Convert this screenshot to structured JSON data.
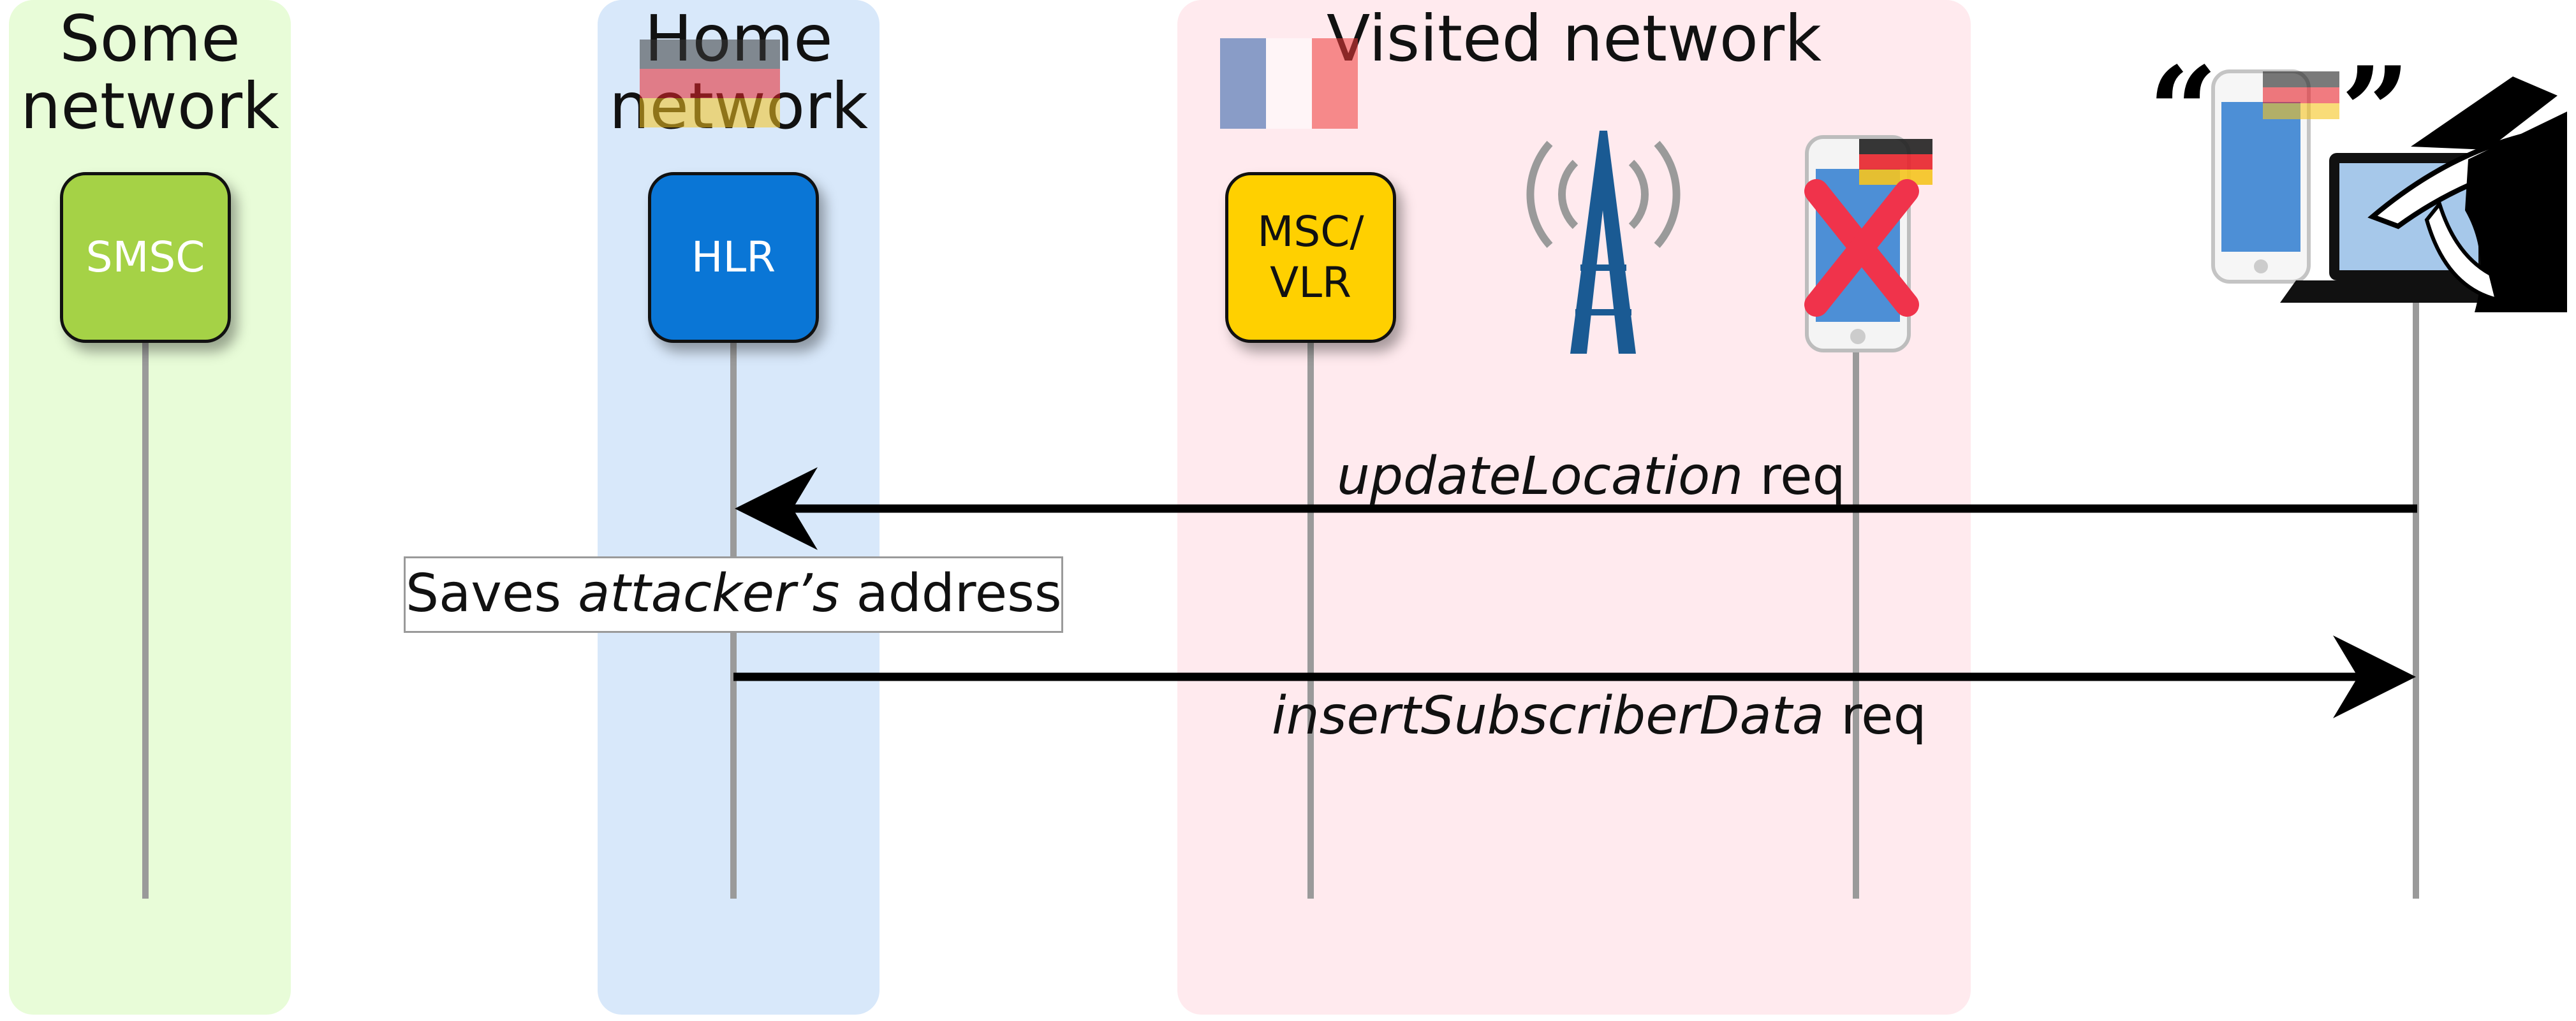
{
  "zones": {
    "some": {
      "title_line1": "Some",
      "title_line2": "network",
      "color": "#e8fcd8"
    },
    "home": {
      "title_line1": "Home",
      "title_line2": "network",
      "color": "#d8e8fa"
    },
    "visited": {
      "title": "Visited network",
      "color": "#ffeaee"
    }
  },
  "nodes": {
    "smsc": {
      "label": "SMSC",
      "color": "#a5d246"
    },
    "hlr": {
      "label": "HLR",
      "color": "#0a76d6"
    },
    "msc": {
      "label_line1": "MSC/",
      "label_line2": "VLR",
      "color": "#ffd000"
    }
  },
  "messages": {
    "update": {
      "italic": "updateLocation",
      "suffix": " req",
      "direction": "attacker-to-hlr"
    },
    "insert": {
      "italic": "insertSubscriberData",
      "suffix": " req",
      "direction": "hlr-to-attacker"
    }
  },
  "note": {
    "prefix": "Saves ",
    "italic": "attacker’s",
    "suffix": " address"
  },
  "attacker": {
    "quote_open": "“",
    "quote_close": "”"
  },
  "icons": {
    "flags": [
      "french-flag-icon",
      "german-flag-icon"
    ],
    "tower": "cell-tower-icon",
    "victim": "victim-phone-icon",
    "crossed": "red-x-icon",
    "spy": "spy-attacker-icon"
  },
  "colors": {
    "lifeline": "#9a9a9a",
    "arrow": "#000000",
    "cross": "#f0334b"
  }
}
